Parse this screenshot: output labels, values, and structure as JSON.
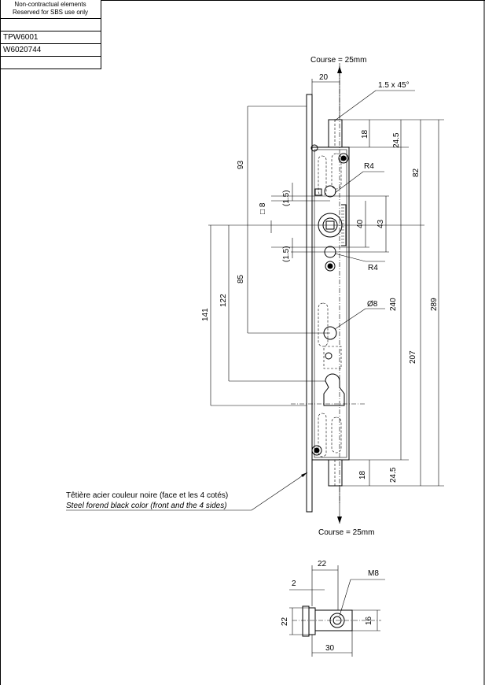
{
  "title_block": {
    "header_line1": "Non-contractual elements",
    "header_line2": "Reserved for SBS use only",
    "row1": "",
    "row2": "TPW6001",
    "row3": "W6020744",
    "row4": ""
  },
  "top_view": {
    "course_top": "Course = 25mm",
    "course_bottom": "Course = 25mm",
    "chamfer": "1.5 x 45°",
    "radius_upper": "R4",
    "radius_lower": "R4",
    "diameter": "Ø8",
    "square": "□ 8",
    "dims": {
      "d20": "20",
      "d18_top": "18",
      "d24_5_top": "24.5",
      "d93": "93",
      "d82": "82",
      "d1_5_top": "(1.5)",
      "d40": "40",
      "d43": "43",
      "d1_5_bottom": "(1.5)",
      "d85": "85",
      "d122": "122",
      "d141": "141",
      "d240": "240",
      "d289": "289",
      "d207": "207",
      "d18_bottom": "18",
      "d24_5_bottom": "24.5"
    },
    "note_fr": "Têtière acier couleur noire (face et les 4 cotés)",
    "note_en": "Steel forend black color (front and the 4 sides)"
  },
  "bottom_view": {
    "d22_top": "22",
    "d2": "2",
    "thread": "M8",
    "d22_side": "22",
    "d16": "16",
    "d30": "30"
  }
}
